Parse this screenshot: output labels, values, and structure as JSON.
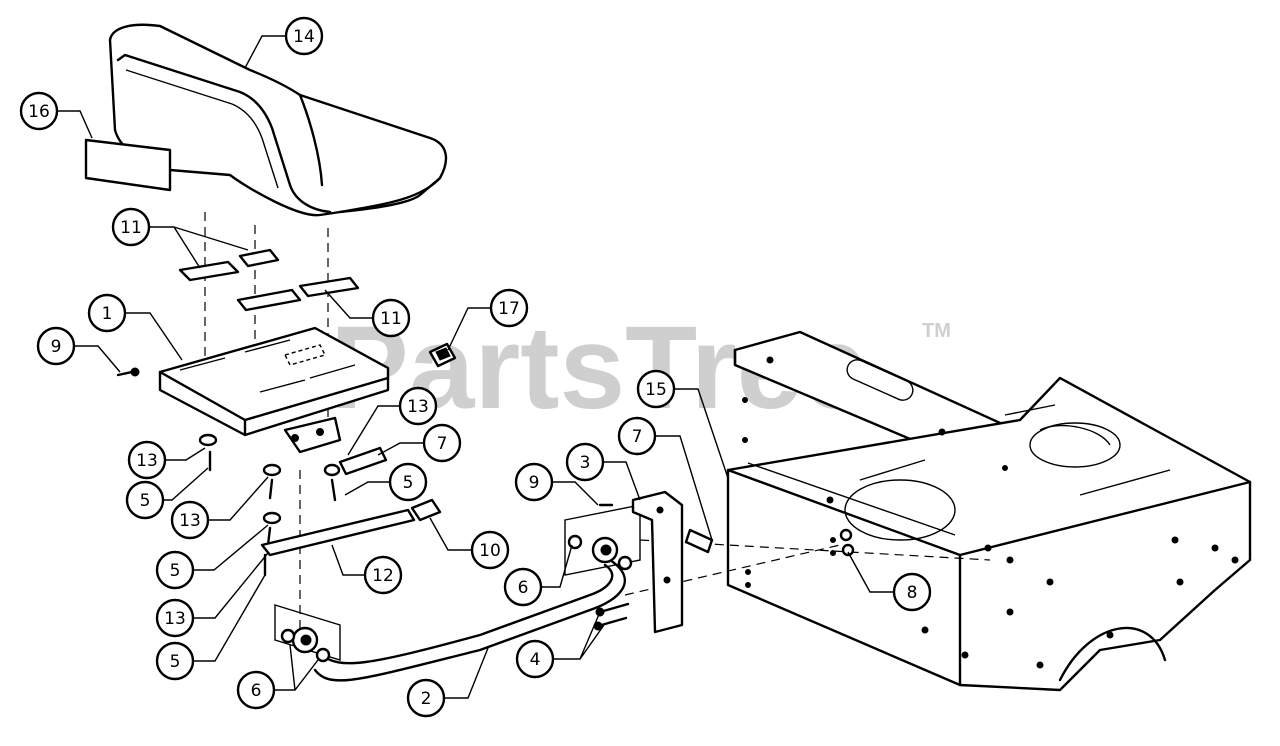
{
  "watermark": {
    "brand": "PartsTree",
    "trademark": "TM"
  },
  "callouts": [
    {
      "id": "c14a",
      "label": "14"
    },
    {
      "id": "c16",
      "label": "16"
    },
    {
      "id": "c11a",
      "label": "11"
    },
    {
      "id": "c11b",
      "label": "11"
    },
    {
      "id": "c1",
      "label": "1"
    },
    {
      "id": "c17",
      "label": "17"
    },
    {
      "id": "c9a",
      "label": "9"
    },
    {
      "id": "c13a",
      "label": "13"
    },
    {
      "id": "c13b",
      "label": "13"
    },
    {
      "id": "c7a",
      "label": "7"
    },
    {
      "id": "c5a",
      "label": "5"
    },
    {
      "id": "c5b",
      "label": "5"
    },
    {
      "id": "c13c",
      "label": "13"
    },
    {
      "id": "c10",
      "label": "10"
    },
    {
      "id": "c5c",
      "label": "5"
    },
    {
      "id": "c12",
      "label": "12"
    },
    {
      "id": "c13d",
      "label": "13"
    },
    {
      "id": "c5d",
      "label": "5"
    },
    {
      "id": "c6a",
      "label": "6"
    },
    {
      "id": "c2",
      "label": "2"
    },
    {
      "id": "c9b",
      "label": "9"
    },
    {
      "id": "c3",
      "label": "3"
    },
    {
      "id": "c7b",
      "label": "7"
    },
    {
      "id": "c15",
      "label": "15"
    },
    {
      "id": "c6b",
      "label": "6"
    },
    {
      "id": "c4",
      "label": "4"
    },
    {
      "id": "c8",
      "label": "8"
    }
  ]
}
